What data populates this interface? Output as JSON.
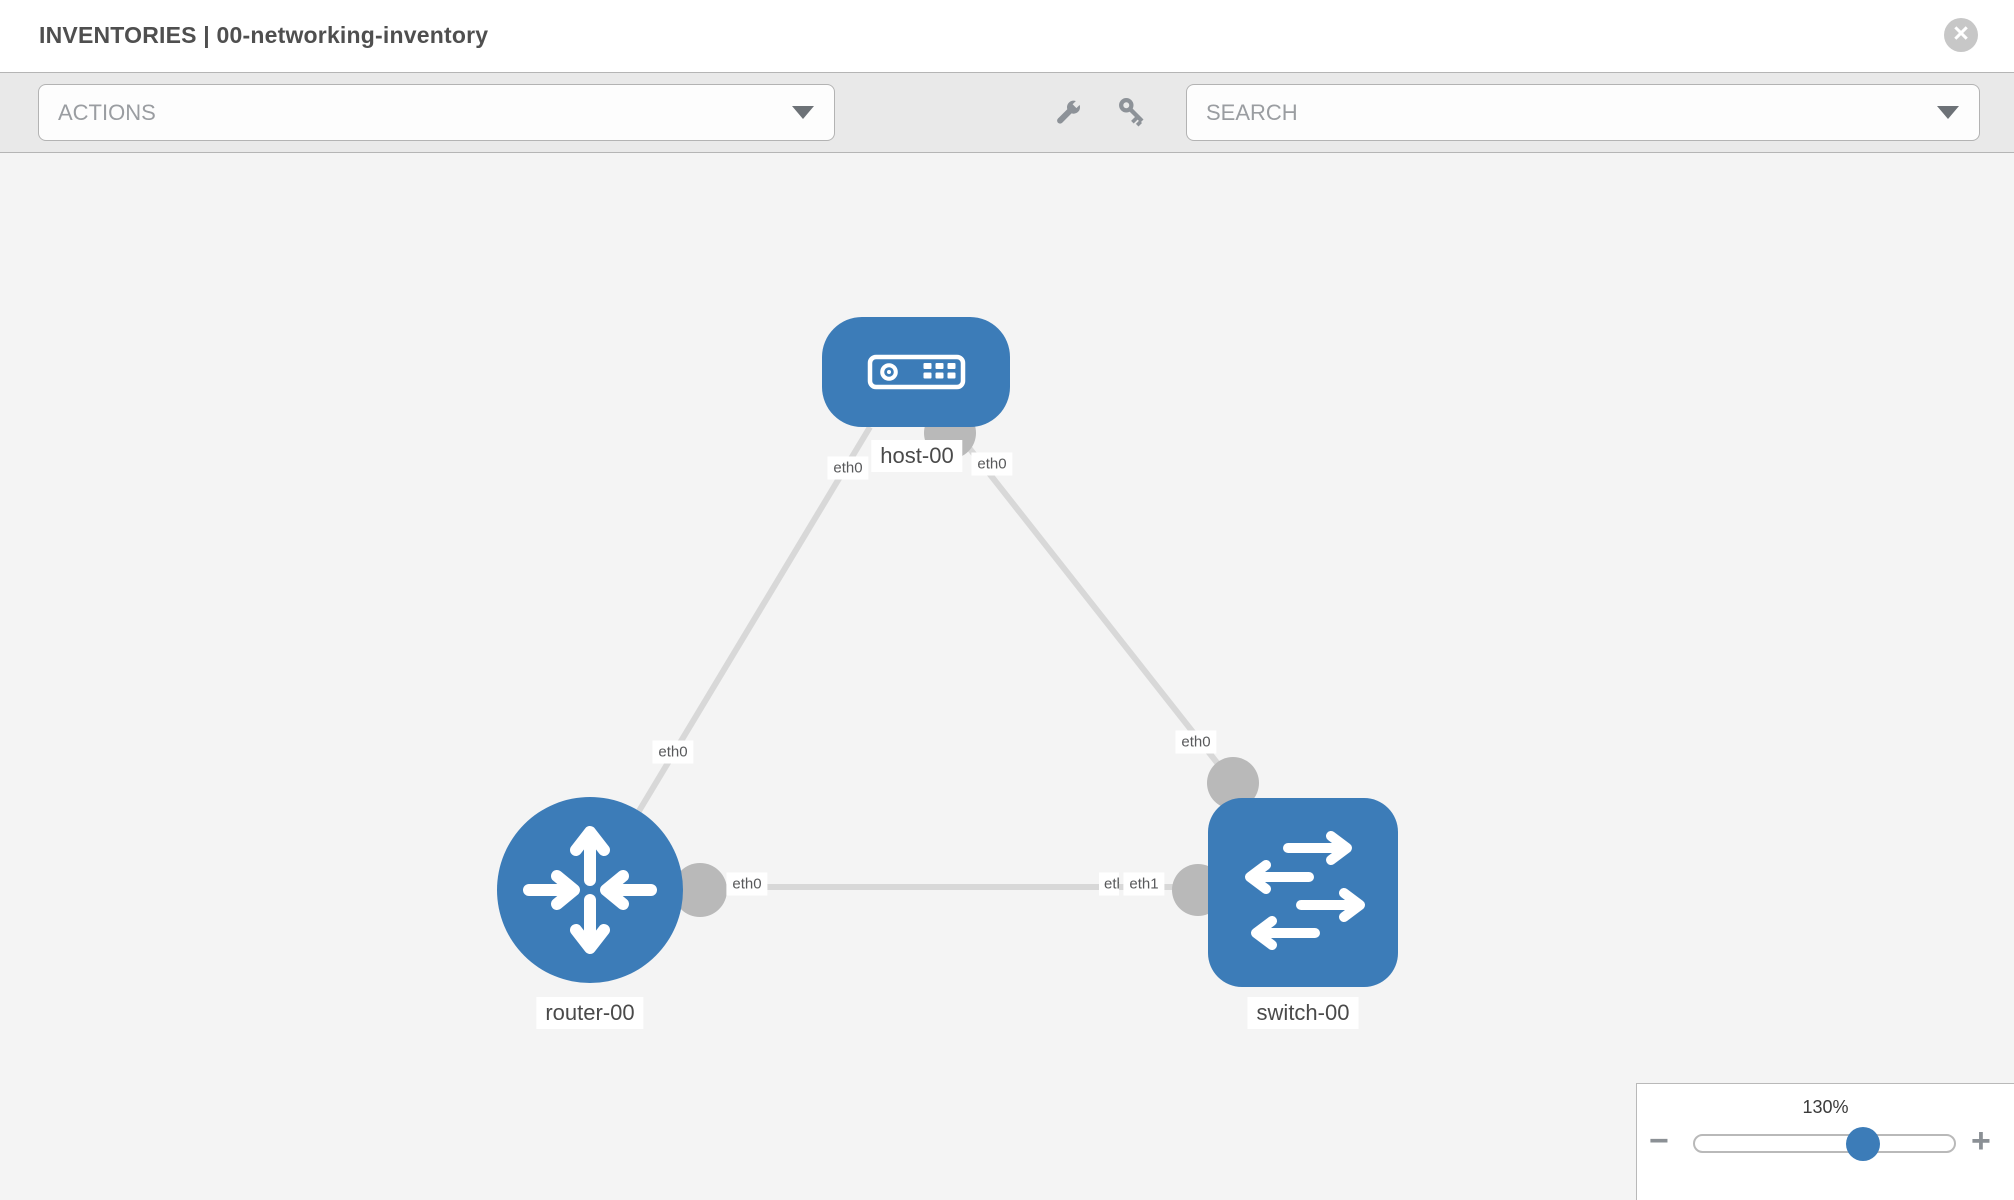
{
  "header": {
    "title": "INVENTORIES | 00-networking-inventory",
    "close_label": "×"
  },
  "toolbar": {
    "actions_placeholder": "ACTIONS",
    "search_placeholder": "SEARCH"
  },
  "topology": {
    "nodes": [
      {
        "name": "host-00",
        "type": "host"
      },
      {
        "name": "router-00",
        "type": "router"
      },
      {
        "name": "switch-00",
        "type": "switch"
      }
    ],
    "links": [
      {
        "from": "host-00",
        "from_interface": "eth0",
        "to": "router-00",
        "to_interface": "eth0"
      },
      {
        "from": "host-00",
        "from_interface": "eth0",
        "to": "switch-00",
        "to_interface": "eth0"
      },
      {
        "from": "router-00",
        "from_interface": "eth0",
        "to": "switch-00",
        "to_interface": "eth1"
      }
    ],
    "interface_labels": [
      "eth0",
      "eth0",
      "eth0",
      "eth0",
      "eth0",
      "eth1",
      "eth1"
    ]
  },
  "zoom_control": {
    "level": "130%",
    "minus_label": "−",
    "plus_label": "+"
  },
  "colors": {
    "node_blue": "#3c7cb8",
    "link_gray": "#d8d8d8",
    "interface_gray": "#b9b9b9",
    "canvas_bg": "#f4f4f4",
    "toolbar_bg": "#e9e9e9"
  }
}
